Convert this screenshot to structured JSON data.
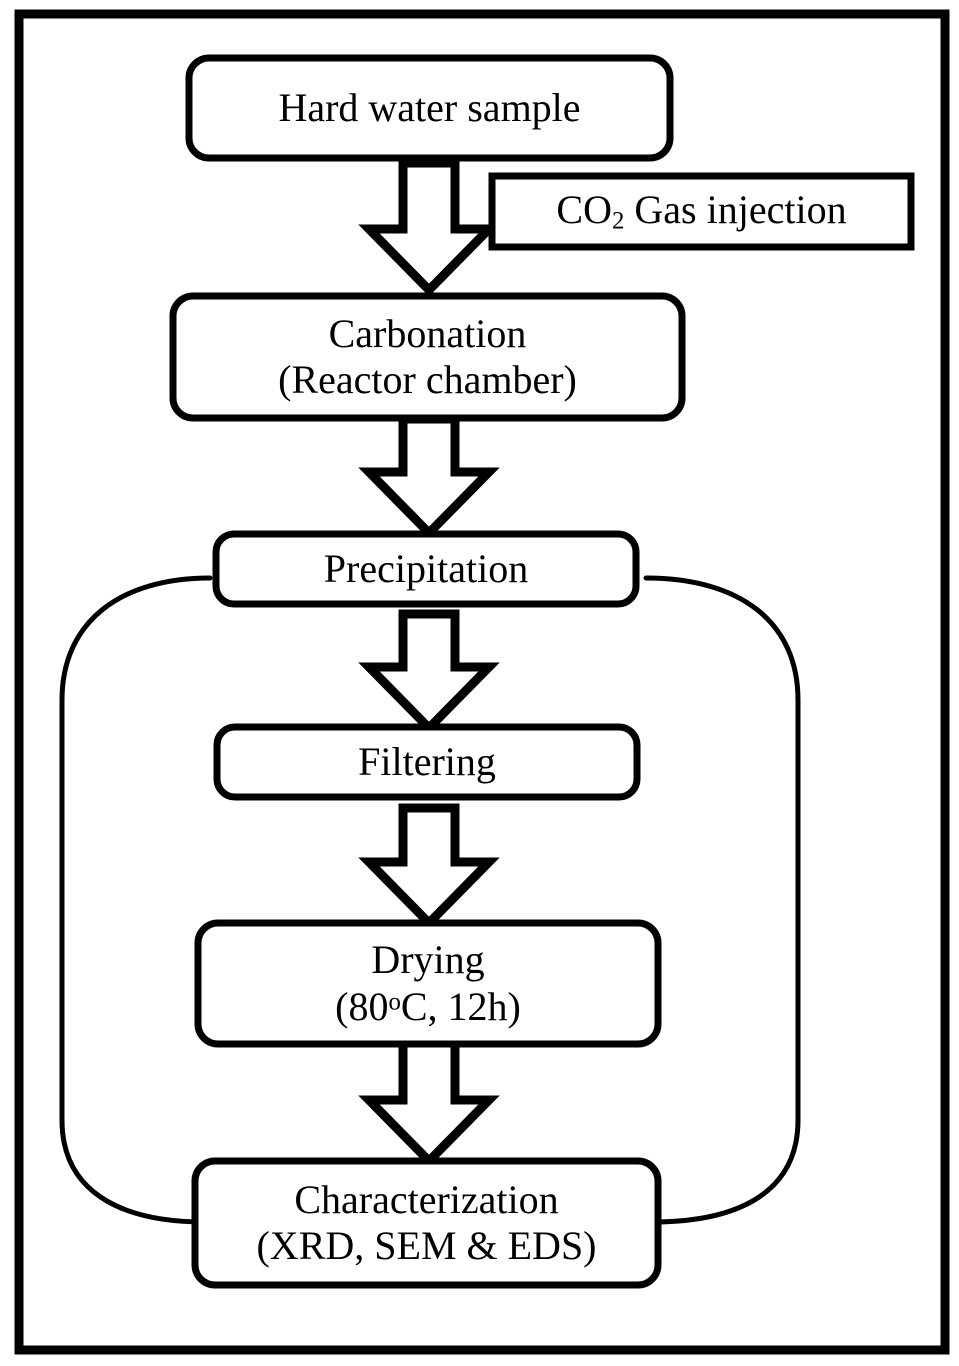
{
  "figure": {
    "type": "process-flowchart",
    "title": "Hard water carbonation process flow",
    "frame": {
      "border_color": "#000000"
    },
    "colors": {
      "stroke": "#000000",
      "fill": "#ffffff",
      "text": "#000000",
      "loop_stroke": "#000000"
    }
  },
  "nodes": [
    {
      "id": "hard-water-sample",
      "shape": "rounded-rect",
      "line1": "Hard water sample",
      "line2": ""
    },
    {
      "id": "co2-gas-injection",
      "shape": "rect",
      "line1_pre": "CO",
      "line1_sub": "2",
      "line1_post": " Gas injection",
      "line2": ""
    },
    {
      "id": "carbonation",
      "shape": "rounded-rect",
      "line1": "Carbonation",
      "line2": "(Reactor chamber)"
    },
    {
      "id": "precipitation",
      "shape": "rounded-rect",
      "line1": "Precipitation",
      "line2": ""
    },
    {
      "id": "filtering",
      "shape": "rounded-rect",
      "line1": "Filtering",
      "line2": ""
    },
    {
      "id": "drying",
      "shape": "rounded-rect",
      "line1": "Drying",
      "line2_pre": "(80",
      "line2_deg": "o",
      "line2_post": "C, 12h)"
    },
    {
      "id": "characterization",
      "shape": "rounded-rect",
      "line1": "Characterization",
      "line2": "(XRD, SEM & EDS)"
    }
  ],
  "connectors": [
    {
      "id": "arrow-sample-to-carbonation",
      "kind": "block-arrow",
      "direction": "down",
      "from": "hard-water-sample",
      "to": "carbonation"
    },
    {
      "id": "arrow-carbonation-to-precipitation",
      "kind": "block-arrow",
      "direction": "down",
      "from": "carbonation",
      "to": "precipitation"
    },
    {
      "id": "arrow-precipitation-to-filtering",
      "kind": "block-arrow",
      "direction": "down",
      "from": "precipitation",
      "to": "filtering"
    },
    {
      "id": "arrow-filtering-to-drying",
      "kind": "block-arrow",
      "direction": "down",
      "from": "filtering",
      "to": "drying"
    },
    {
      "id": "arrow-drying-to-characterization",
      "kind": "block-arrow",
      "direction": "down",
      "from": "drying",
      "to": "characterization"
    },
    {
      "id": "loop-precipitation-characterization",
      "kind": "rounded-loop",
      "from": "precipitation",
      "to": "characterization"
    }
  ]
}
